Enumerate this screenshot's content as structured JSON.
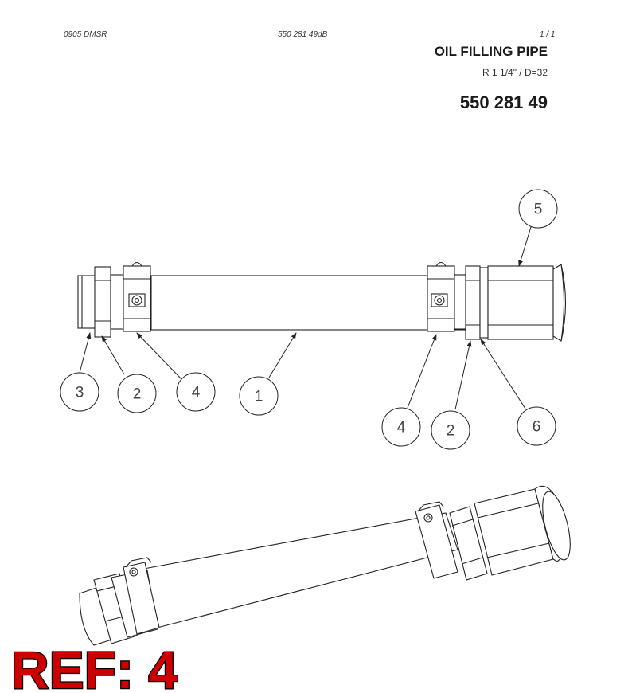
{
  "header": {
    "code_left": "0905 DMSR",
    "code_mid": "550 281 49dB",
    "page": "1 /   1"
  },
  "title": "OIL FILLING PIPE",
  "spec": "R 1 1/4\" / D=32",
  "part_number": "550 281 49",
  "balloons": [
    "3",
    "2",
    "4",
    "1",
    "4",
    "2",
    "6",
    "5"
  ],
  "ref_label": "REF: 4",
  "colors": {
    "ref_fill": "#cc0000",
    "ref_stroke": "#000000",
    "line": "#222222"
  }
}
